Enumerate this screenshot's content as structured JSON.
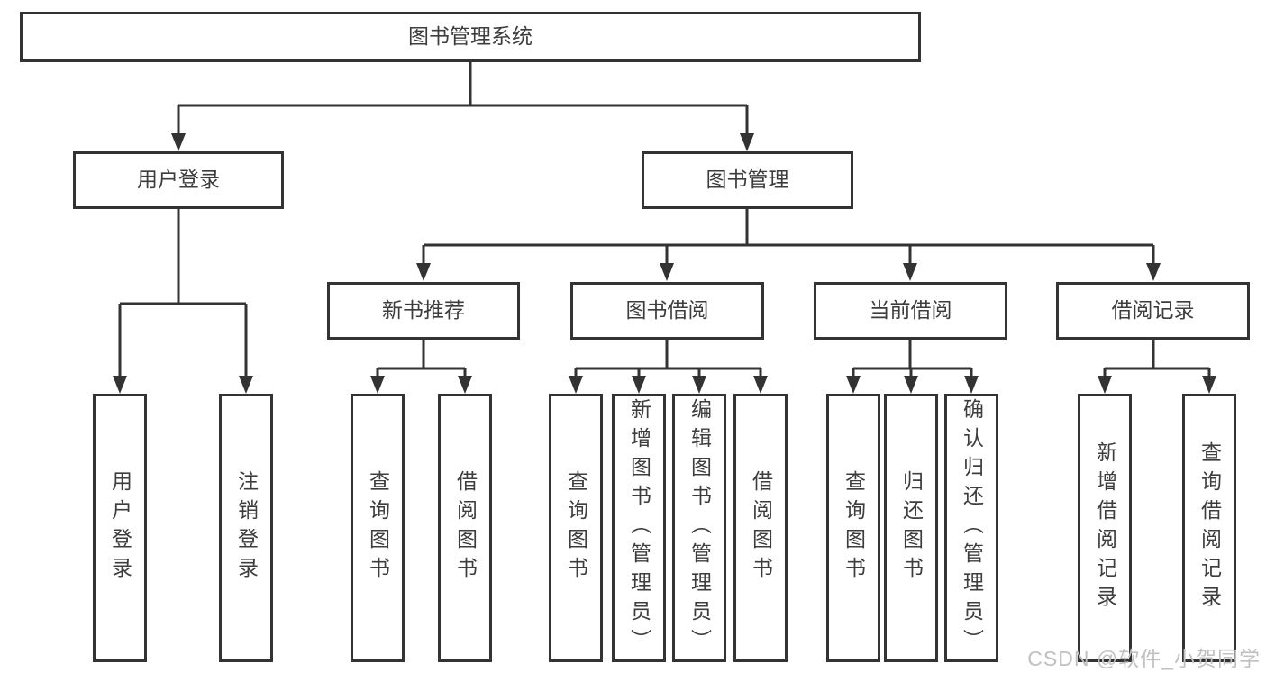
{
  "diagram": {
    "title": "图书管理系统",
    "root": "图书管理系统",
    "level1": {
      "user_login": "用户登录",
      "book_mgmt": "图书管理"
    },
    "level2": {
      "new_book_rec": "新书推荐",
      "book_borrow": "图书借阅",
      "current_borrow": "当前借阅",
      "borrow_records": "借阅记录"
    },
    "leaves": {
      "user_login": "用户登录",
      "logout": "注销登录",
      "nbr_query": "查询图书",
      "nbr_borrow": "借阅图书",
      "bb_query": "查询图书",
      "bb_add": "新增图书（管理员）",
      "bb_edit": "编辑图书（管理员）",
      "bb_borrow": "借阅图书",
      "cb_query": "查询图书",
      "cb_return": "归还图书",
      "cb_confirm": "确认归还（管理员）",
      "br_add": "新增借阅记录",
      "br_query": "查询借阅记录"
    }
  },
  "watermark": "CSDN @软件_小贺同学",
  "colors": {
    "line": "#333333",
    "box_border": "#333333",
    "box_background": "#ffffff",
    "text": "#3d3d3d",
    "watermark": "#c0c0c0"
  }
}
